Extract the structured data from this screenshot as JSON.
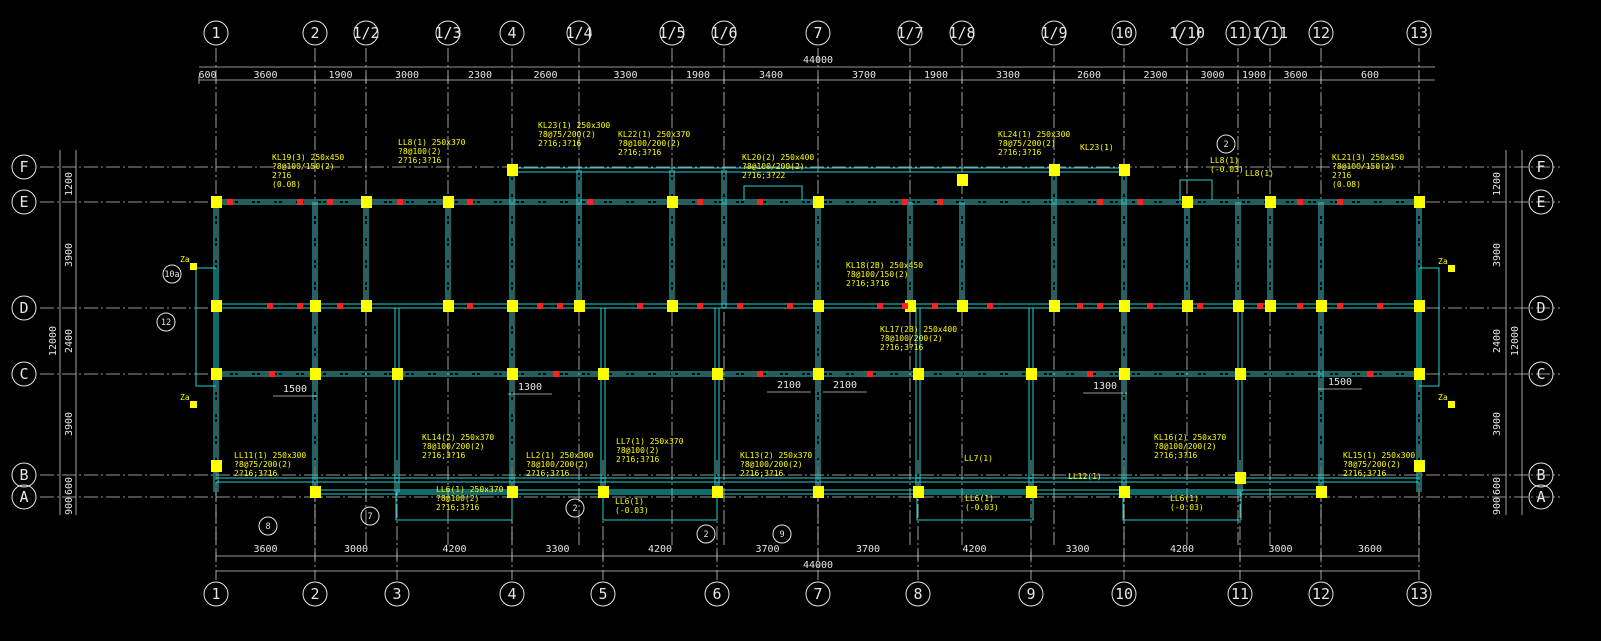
{
  "axes": {
    "top": [
      "1",
      "2",
      "1/2",
      "1/3",
      "4",
      "1/4",
      "1/5",
      "1/6",
      "7",
      "1/7",
      "1/8",
      "1/9",
      "10",
      "1/10",
      "11",
      "1/11",
      "12",
      "13"
    ],
    "bottom": [
      "1",
      "2",
      "3",
      "4",
      "5",
      "6",
      "7",
      "8",
      "9",
      "10",
      "11",
      "12",
      "13"
    ],
    "rows": [
      "F",
      "E",
      "D",
      "C",
      "B",
      "A"
    ]
  },
  "dims": {
    "top_total": "44000",
    "top": [
      "600",
      "3600",
      "1900",
      "3000",
      "2300",
      "2600",
      "3300",
      "1900",
      "3400",
      "3700",
      "1900",
      "3300",
      "2600",
      "2300",
      "3000",
      "1900",
      "3600",
      "600"
    ],
    "bottom_total": "44000",
    "bottom": [
      "3600",
      "3000",
      "4200",
      "3300",
      "4200",
      "3700",
      "3700",
      "4200",
      "3300",
      "4200",
      "3000",
      "3600"
    ],
    "left_side": [
      "1200",
      "3900",
      "2400",
      "3900",
      "600",
      "900"
    ],
    "left_total": "12000",
    "right_side": [
      "1200",
      "3900",
      "2400",
      "3900",
      "600",
      "900"
    ],
    "right_total": "12000",
    "inner": [
      "1500",
      "1300",
      "2100",
      "2100",
      "1300",
      "1500"
    ]
  },
  "beam_notes": [
    {
      "id": "kl19",
      "lines": [
        "KL19(3) 250x450",
        "?8@100/150(2)",
        "2?16",
        "(0.08)"
      ]
    },
    {
      "id": "ll8a",
      "lines": [
        "LL8(1) 250x370",
        "?8@100(2)",
        "2?16;3?16"
      ]
    },
    {
      "id": "kl23",
      "lines": [
        "KL23(1) 250x300",
        "?8@75/200(2)",
        "2?16;3?16"
      ]
    },
    {
      "id": "kl22",
      "lines": [
        "KL22(1) 250x370",
        "?8@100/200(2)",
        "2?16;3?16"
      ]
    },
    {
      "id": "kl20",
      "lines": [
        "KL20(2) 250x400",
        "?8@100/200(2)",
        "2?16;3?22"
      ]
    },
    {
      "id": "kl24",
      "lines": [
        "KL24(1) 250x300",
        "?8@75/200(2)",
        "2?16;3?16"
      ]
    },
    {
      "id": "kl23b",
      "lines": [
        "KL23(1)"
      ]
    },
    {
      "id": "ll8b",
      "lines": [
        "LL8(1)",
        "(-0.03)"
      ]
    },
    {
      "id": "ll8c",
      "lines": [
        "LL8(1)"
      ]
    },
    {
      "id": "kl21",
      "lines": [
        "KL21(3) 250x450",
        "?8@100/150(2)",
        "2?16",
        "(0.08)"
      ]
    },
    {
      "id": "kl18",
      "lines": [
        "KL18(2B) 250x450",
        "?8@100/150(2)",
        "2?16;3?16"
      ]
    },
    {
      "id": "kl17",
      "lines": [
        "KL17(2B) 250x400",
        "?8@100/200(2)",
        "2?16;3?16"
      ]
    },
    {
      "id": "kl14",
      "lines": [
        "KL14(2) 250x370",
        "?8@100/200(2)",
        "2?16;3?16"
      ]
    },
    {
      "id": "kl13",
      "lines": [
        "KL13(2) 250x370",
        "?8@100/200(2)",
        "2?16;3?16"
      ]
    },
    {
      "id": "kl16",
      "lines": [
        "KL16(2) 250x370",
        "?8@100/200(2)",
        "2?16;3?16"
      ]
    },
    {
      "id": "kl15",
      "lines": [
        "KL15(1) 250x300",
        "?8@75/200(2)",
        "2?16;3?16"
      ]
    },
    {
      "id": "ll11",
      "lines": [
        "LL11(1) 250x300",
        "?8@75/200(2)",
        "2?16;3?16"
      ]
    },
    {
      "id": "ll2",
      "lines": [
        "LL2(1) 250x300",
        "?8@100/200(2)",
        "2?16;3?16"
      ]
    },
    {
      "id": "ll7",
      "lines": [
        "LL7(1) 250x370",
        "?8@100(2)",
        "2?16;3?16"
      ]
    },
    {
      "id": "ll6",
      "lines": [
        "LL6(1) 250x370",
        "?8@100(2)",
        "2?16;3?16"
      ]
    },
    {
      "id": "ll6b",
      "lines": [
        "LL6(1)",
        "(-0.03)"
      ]
    },
    {
      "id": "ll6c",
      "lines": [
        "LL6(1)",
        "(-0.03)"
      ]
    },
    {
      "id": "ll6d",
      "lines": [
        "LL6(1)",
        "(-0.03)"
      ]
    },
    {
      "id": "ll7b",
      "lines": [
        "LL7(1)"
      ]
    },
    {
      "id": "ll12",
      "lines": [
        "LL12(1)"
      ]
    }
  ],
  "detail_bubbles": [
    "10a",
    "12",
    "8",
    "7",
    "2",
    "2",
    "9",
    "2"
  ],
  "za_labels": [
    "Za",
    "Za",
    "Za",
    "Za"
  ],
  "colors": {
    "background": "#000000",
    "beam": "#21d4d4",
    "column": "#ffff00",
    "text": "#e6e6e6",
    "note": "#ffff00",
    "mark": "#ff2020"
  }
}
